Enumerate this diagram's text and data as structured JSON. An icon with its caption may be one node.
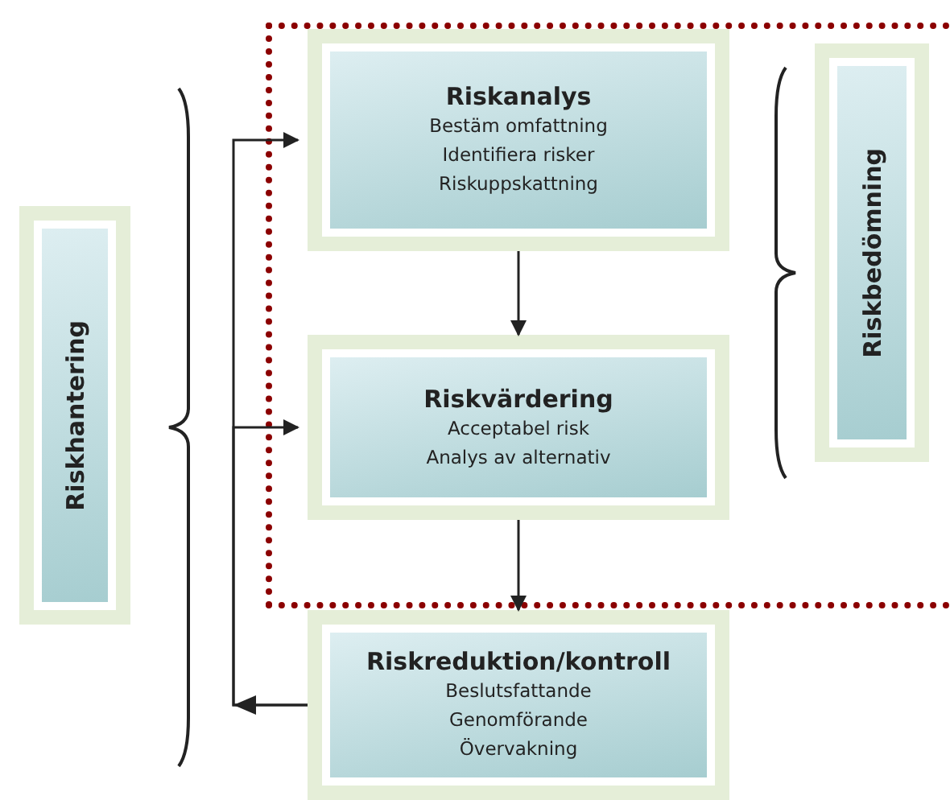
{
  "diagram": {
    "nodes": [
      {
        "text": [],
        "shape": "box"
      },
      {
        "text": [
          "Riskanalys",
          "Bestäm omfattning",
          "Identifiera risker",
          "Riskuppskattning"
        ],
        "in": 0
      },
      {
        "text": [
          "Riskvärdering",
          "Acceptabel risk",
          "Analys av alternativ"
        ],
        "in": 0
      },
      {
        "text": [
          "Riskbedömning"
        ],
        "in": 0
      },
      {
        "text": [
          "Riskreduktion/kontroll",
          "Beslutsfattande",
          "Genomförande",
          "Övervakning"
        ]
      },
      {
        "text": [
          "Riskhantering"
        ]
      }
    ],
    "edges": [
      {
        "from": 1,
        "to": 2,
        "arrow": "to"
      },
      {
        "from": 2,
        "to": 4,
        "arrow": "to"
      },
      {
        "from": 4,
        "to": 1,
        "arrow": "to"
      },
      {
        "from": 4,
        "to": 2,
        "arrow": "to"
      }
    ]
  }
}
